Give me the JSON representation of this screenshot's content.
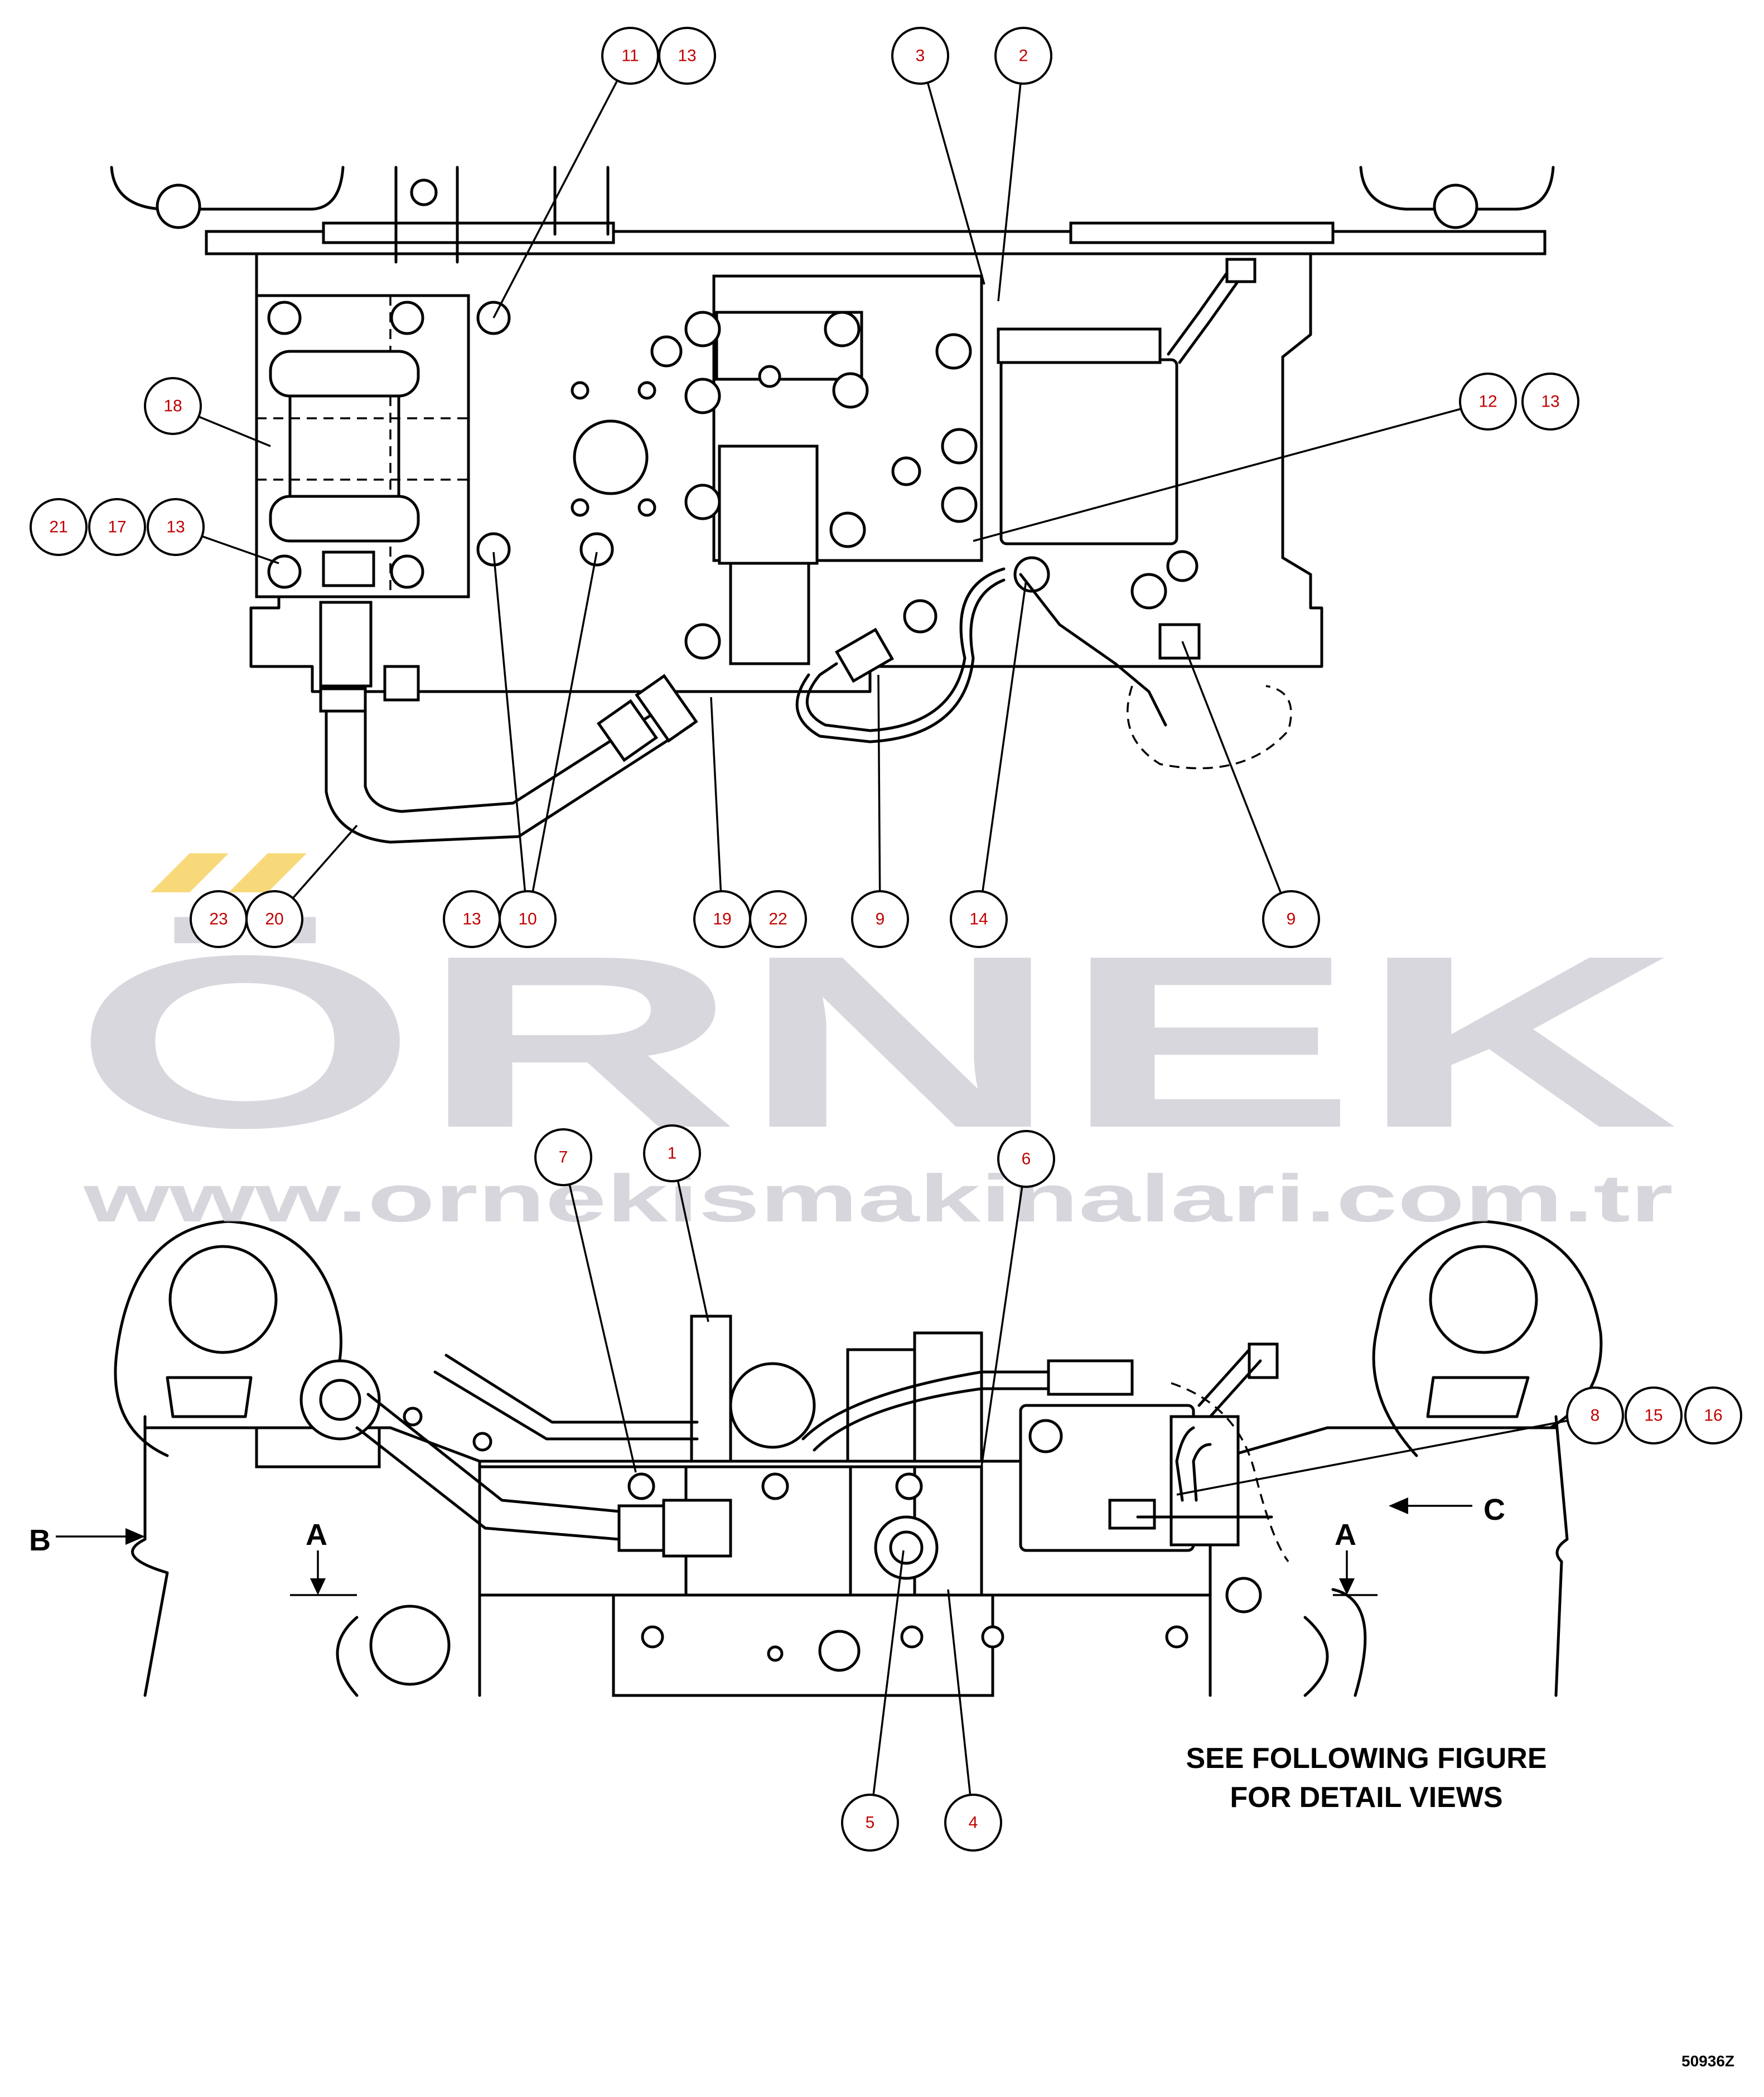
{
  "watermark": {
    "brand": "ÖRNEK",
    "url": "www.ornekismakinalari.com.tr",
    "accent_color": "#f7d56b",
    "text_color": "#cfcfd6"
  },
  "note": {
    "line1": "SEE FOLLOWING FIGURE",
    "line2": "FOR DETAIL VIEWS"
  },
  "figure_id": "50936Z",
  "view_labels": {
    "a_left": "A",
    "a_right": "A",
    "b": "B",
    "c": "C"
  },
  "callouts": {
    "top": [
      "11",
      "13",
      "3",
      "2",
      "18",
      "12",
      "13",
      "21",
      "17",
      "13",
      "23",
      "20",
      "13",
      "10",
      "19",
      "22",
      "9",
      "14",
      "9"
    ],
    "bottom": [
      "7",
      "1",
      "6",
      "8",
      "15",
      "16",
      "5",
      "4"
    ]
  },
  "colors": {
    "line": "#000000",
    "callout_text": "#c00000"
  }
}
